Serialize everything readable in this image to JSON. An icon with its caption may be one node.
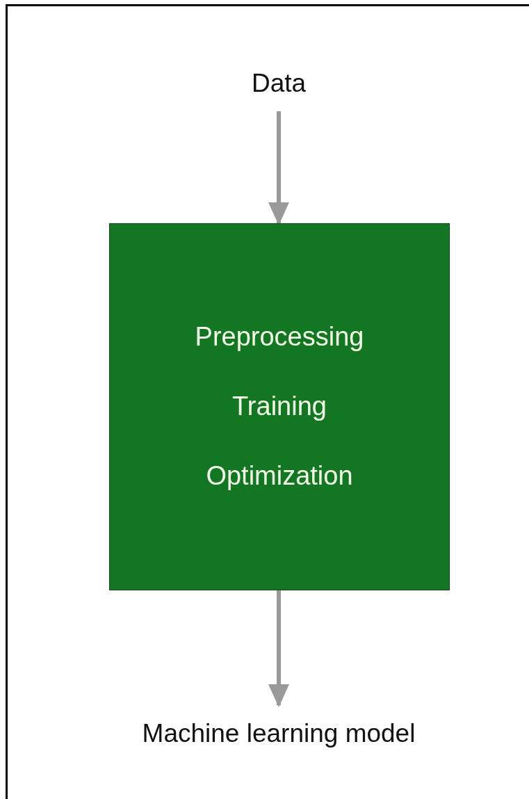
{
  "diagram": {
    "nodes": [
      {
        "text": [
          "Data"
        ]
      },
      {
        "text": [
          "Preprocessing",
          "Training",
          "Optimization"
        ]
      },
      {
        "text": [
          "Machine learning model"
        ]
      }
    ],
    "edges": [
      {
        "from": 0,
        "to": 1,
        "arrow": "to"
      },
      {
        "from": 1,
        "to": 2,
        "arrow": "to"
      }
    ]
  }
}
